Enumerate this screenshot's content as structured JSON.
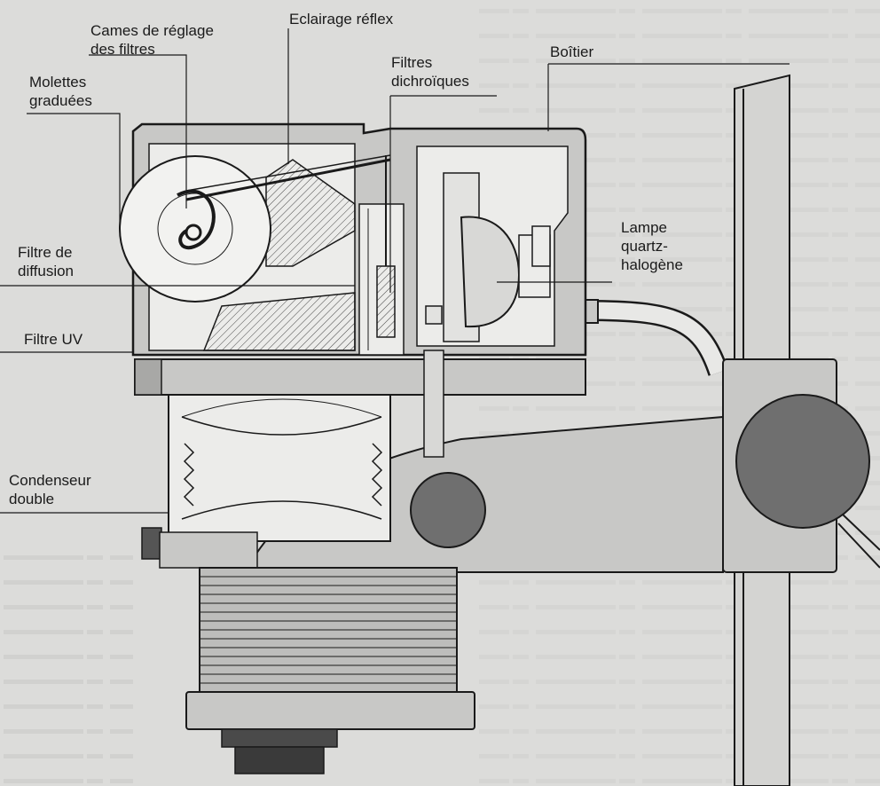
{
  "labels": {
    "cames": [
      "Cames de réglage",
      "des filtres"
    ],
    "eclairage": [
      "Eclairage réflex"
    ],
    "filtres": [
      "Filtres",
      "dichroïques"
    ],
    "boitier": [
      "Boîtier"
    ],
    "molettes": [
      "Molettes",
      "graduées"
    ],
    "lampe": [
      "Lampe",
      "quartz-",
      "halogène"
    ],
    "diffusion": [
      "Filtre de",
      "diffusion"
    ],
    "uv": [
      "Filtre UV"
    ],
    "condenseur": [
      "Condenseur",
      "double"
    ]
  },
  "colors": {
    "paper": "#dcdcda",
    "body_fill": "#c8c8c6",
    "inner_fill": "#ececea",
    "dark_knob": "#6f6f6f",
    "bellows": "#bdbdbb",
    "line": "#1a1a1a"
  }
}
